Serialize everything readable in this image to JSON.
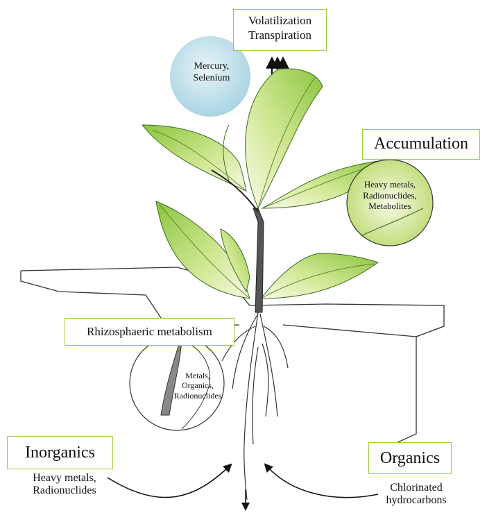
{
  "labels": {
    "volatilization": "Volatilization",
    "transpiration": "Transpiration",
    "mercury": "Mercury,",
    "selenium": "Selenium",
    "accumulation": "Accumulation",
    "acc_line1": "Heavy metals,",
    "acc_line2": "Radionuclides,",
    "acc_line3": "Metabolites",
    "rhizo": "Rhizosphaeric metabolism",
    "rhizo_line1": "Metals,",
    "rhizo_line2": "Organics,",
    "rhizo_line3": "Radionuclides",
    "inorganics": "Inorganics",
    "inorg_line1": "Heavy metals,",
    "inorg_line2": "Radionuclides",
    "organics": "Organics",
    "org_line1": "Chlorinated",
    "org_line2": "hydrocarbons"
  },
  "colors": {
    "box_border": "#9ccc3a",
    "leaf_light": "#f4f8d6",
    "leaf_dark": "#8bc53f",
    "stem": "#555555",
    "bubble": "#bfe0ea"
  }
}
